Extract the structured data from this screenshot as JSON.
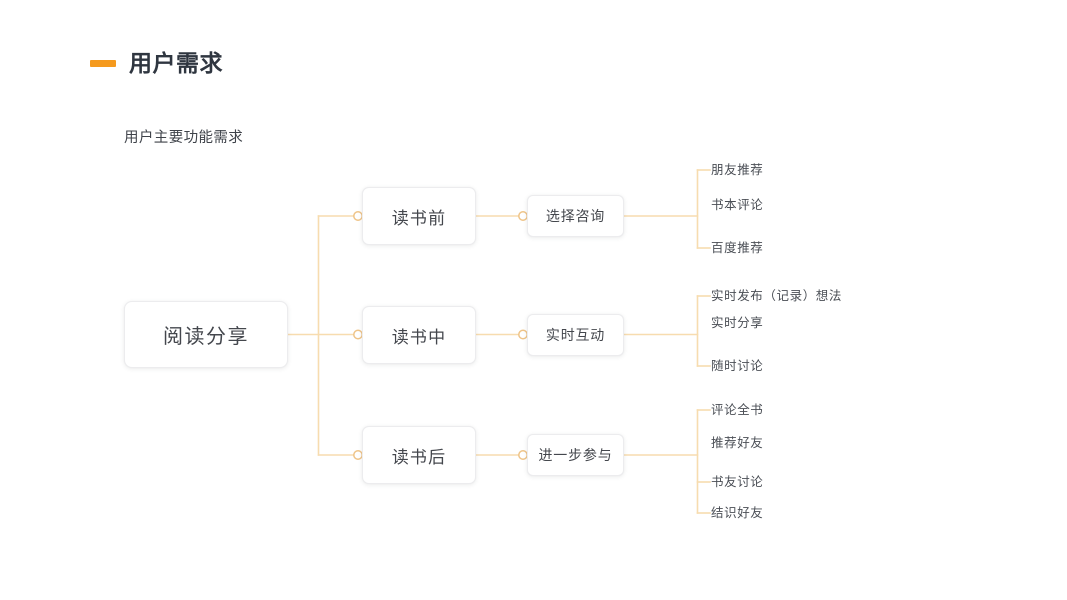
{
  "header": {
    "dash_color": "#F59A1E",
    "title": "用户需求",
    "subtitle": "用户主要功能需求"
  },
  "theme": {
    "connector_color": "#F7DCAF",
    "node_border": "#ececee",
    "node_bg": "#ffffff",
    "text_color": "#44474d",
    "background": "#ffffff"
  },
  "diagram": {
    "type": "mindmap",
    "root": {
      "label": "阅读分享"
    },
    "branches": [
      {
        "stage_label": "读书前",
        "action_label": "选择咨询",
        "leaves": [
          {
            "label": "朋友推荐"
          },
          {
            "label": "书本评论"
          },
          {
            "label": "百度推荐"
          }
        ]
      },
      {
        "stage_label": "读书中",
        "action_label": "实时互动",
        "leaves": [
          {
            "label": "实时发布（记录）想法"
          },
          {
            "label": "实时分享"
          },
          {
            "label": "随时讨论"
          }
        ]
      },
      {
        "stage_label": "读书后",
        "action_label": "进一步参与",
        "leaves": [
          {
            "label": "评论全书"
          },
          {
            "label": "推荐好友"
          },
          {
            "label": "书友讨论"
          },
          {
            "label": "结识好友"
          }
        ]
      }
    ]
  }
}
